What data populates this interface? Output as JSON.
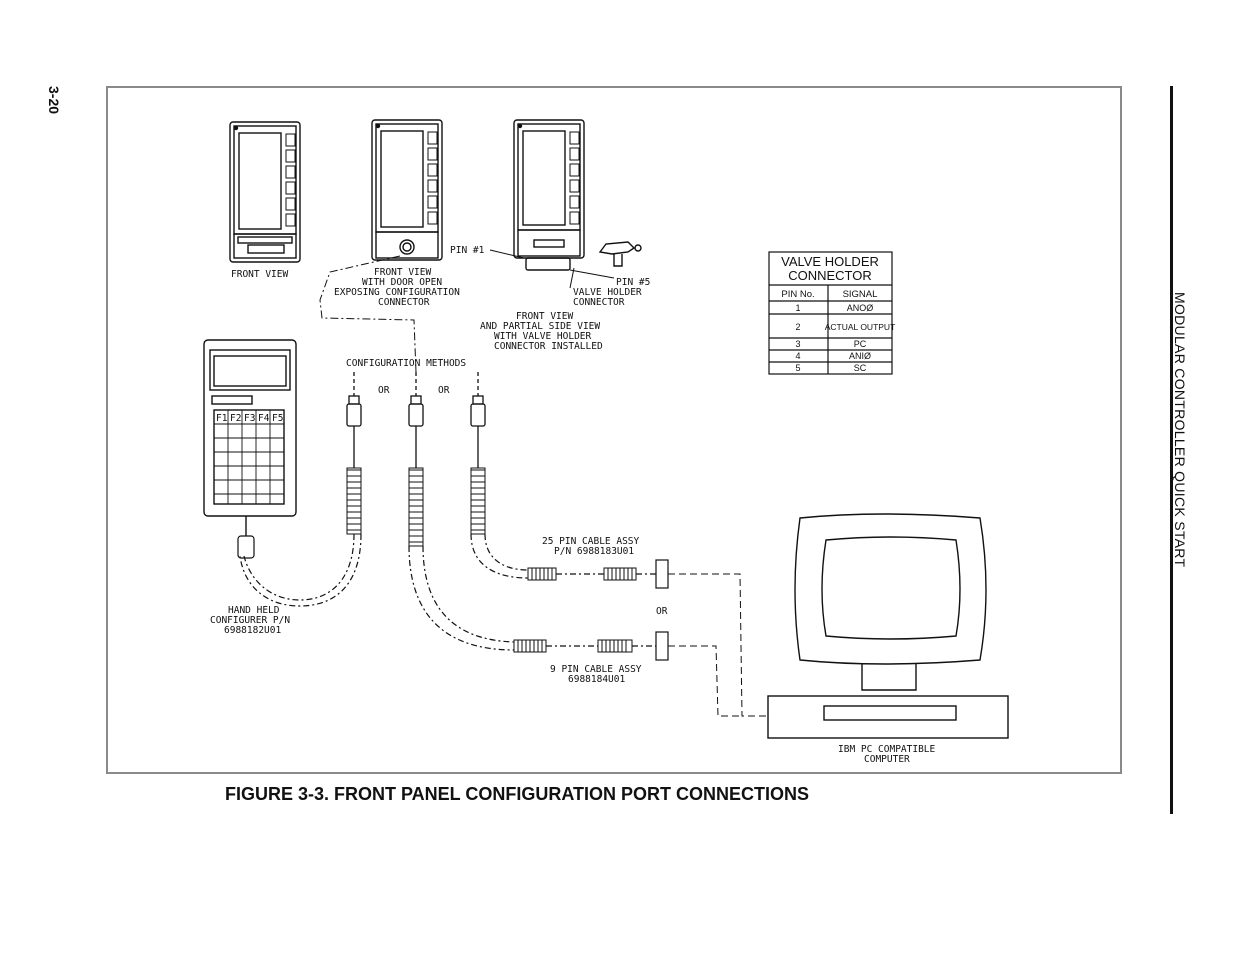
{
  "page": {
    "page_number": "3-20",
    "side_title": "MODULAR CONTROLLER QUICK START",
    "caption": "FIGURE 3-3. FRONT PANEL CONFIGURATION PORT CONNECTIONS"
  },
  "diagram": {
    "front_view": "FRONT VIEW",
    "door_open": [
      "FRONT VIEW",
      "WITH DOOR OPEN",
      "EXPOSING CONFIGURATION",
      "CONNECTOR"
    ],
    "pin1": "PIN #1",
    "pin5": "PIN #5",
    "valve_holder": [
      "VALVE HOLDER",
      "CONNECTOR"
    ],
    "partial_side": [
      "FRONT VIEW",
      "AND PARTIAL SIDE VIEW",
      "WITH VALVE HOLDER",
      "CONNECTOR INSTALLED"
    ],
    "config_methods": "CONFIGURATION METHODS",
    "or": "OR",
    "hand_held": [
      "HAND HELD",
      "CONFIGURER P/N",
      "6988182U01"
    ],
    "cable25": [
      "25 PIN CABLE ASSY",
      "P/N 6988183U01"
    ],
    "cable9": [
      "9 PIN CABLE ASSY",
      "6988184U01"
    ],
    "computer": [
      "IBM PC COMPATIBLE",
      "COMPUTER"
    ],
    "keys": [
      "F1",
      "F2",
      "F3",
      "F4",
      "F5"
    ]
  },
  "table": {
    "title": [
      "VALVE HOLDER",
      "CONNECTOR"
    ],
    "headers": [
      "PIN No.",
      "SIGNAL"
    ],
    "rows": [
      [
        "1",
        "ANOØ"
      ],
      [
        "2",
        "ACTUAL OUTPUT"
      ],
      [
        "3",
        "PC"
      ],
      [
        "4",
        "ANIØ"
      ],
      [
        "5",
        "SC"
      ]
    ]
  }
}
